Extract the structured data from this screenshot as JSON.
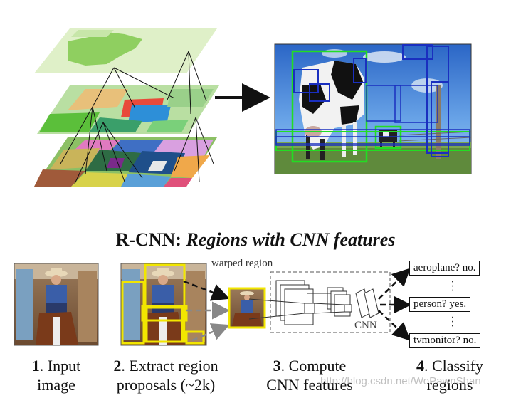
{
  "title": {
    "bold_part": "R-CNN: ",
    "italic_part": "Regions with CNN features"
  },
  "steps": [
    {
      "num": "1",
      "line1": ". Input",
      "line2": "image"
    },
    {
      "num": "2",
      "line1": ". Extract region",
      "line2": "proposals (~2k)"
    },
    {
      "num": "3",
      "line1": ". Compute",
      "line2": "CNN features"
    },
    {
      "num": "4",
      "line1": ". Classify",
      "line2": "regions"
    }
  ],
  "warped_label": "warped region",
  "cnn_label": "CNN",
  "classes": [
    {
      "text": "aeroplane? no."
    },
    {
      "text": "person? yes."
    },
    {
      "text": "tvmonitor? no."
    }
  ],
  "watermark": "http://blog.csdn.net/WoPawnShan",
  "colors": {
    "proposal_box": "#f2e600",
    "detect_green": "#22dd22",
    "detect_blue": "#1a2fbf",
    "sky": "#3f7fd8",
    "grass": "#5f8a3c"
  }
}
